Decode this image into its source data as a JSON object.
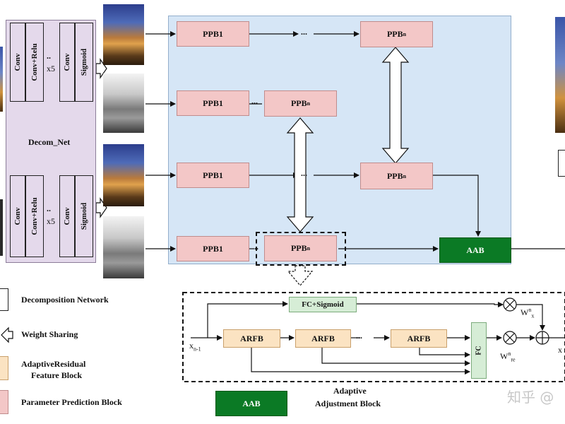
{
  "decomnet": {
    "conv": "Conv",
    "conv_relu": "Conv+Relu",
    "dots": "..",
    "x5": "x5",
    "sigmoid": "Sigmoid",
    "label": "Decom_Net"
  },
  "ppb": {
    "first": "PPB1",
    "last_base": "PPB",
    "last_sub": "n",
    "ellipsis": "...",
    "ellipsis_short": ".."
  },
  "aab": {
    "label": "AAB"
  },
  "detail": {
    "fc_sigmoid": "FC+Sigmoid",
    "arfb": "ARFB",
    "fc": "FC",
    "ellipsis": "...",
    "x_in_base": "x",
    "x_in_sub": "n-1",
    "wx_base": "W",
    "wx_sup": "n",
    "wx_sub": "x",
    "wre_base": "W",
    "wre_sup": "n",
    "wre_sub": "re",
    "out_base": "x"
  },
  "legend": {
    "decomposition": "Decomposition Network",
    "weight_sharing": "Weight Sharing",
    "arfb_line1": "AdaptiveResidual",
    "arfb_line2": "Feature Block",
    "ppb": "Parameter Prediction Block",
    "aab_box": "AAB",
    "aab_line1": "Adaptive",
    "aab_line2": "Adjustment Block"
  },
  "watermark": "知乎 @",
  "colors": {
    "decom_panel": "#e4d9eb",
    "ppb_panel": "#d6e6f6",
    "ppb": "#f3c7c7",
    "arfb": "#fbe3c2",
    "fc": "#d6edd6",
    "aab": "#0b7a25"
  }
}
